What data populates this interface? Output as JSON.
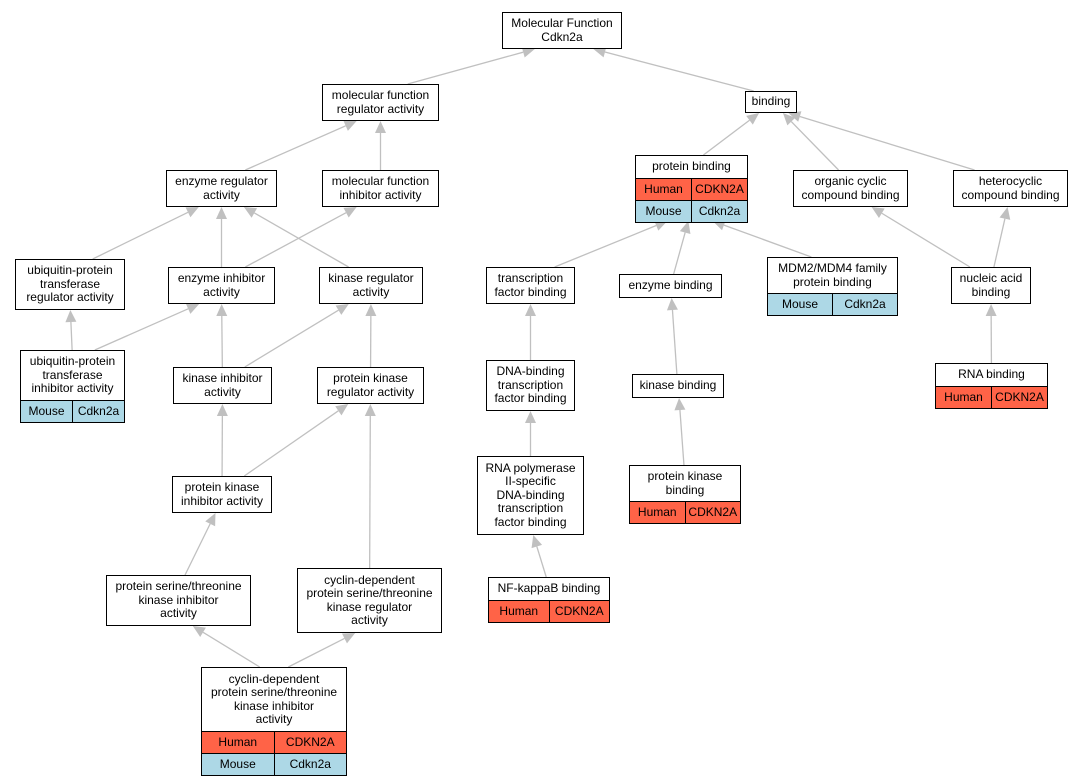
{
  "colors": {
    "human": "#ff6347",
    "mouse": "#add8e6",
    "edge": "#c0c0c0"
  },
  "nodes": {
    "root": {
      "label": "Molecular Function\nCdkn2a"
    },
    "mf_reg": {
      "label": "molecular function\nregulator activity"
    },
    "binding": {
      "label": "binding"
    },
    "enz_reg": {
      "label": "enzyme regulator\nactivity"
    },
    "mf_inh": {
      "label": "molecular function\ninhibitor activity"
    },
    "protein_binding": {
      "label": "protein binding",
      "rows": [
        [
          "Human",
          "CDKN2A"
        ],
        [
          "Mouse",
          "Cdkn2a"
        ]
      ]
    },
    "org_cyclic": {
      "label": "organic cyclic\ncompound binding"
    },
    "heterocyclic": {
      "label": "heterocyclic\ncompound binding"
    },
    "ub_transferase": {
      "label": "ubiquitin-protein\ntransferase\nregulator activity"
    },
    "enz_inh": {
      "label": "enzyme inhibitor\nactivity"
    },
    "kin_reg": {
      "label": "kinase regulator\nactivity"
    },
    "tf_binding": {
      "label": "transcription\nfactor binding"
    },
    "enz_binding": {
      "label": "enzyme binding"
    },
    "mdm2": {
      "label": "MDM2/MDM4 family\nprotein binding",
      "rows": [
        [
          "Mouse",
          "Cdkn2a"
        ]
      ]
    },
    "nucleic": {
      "label": "nucleic acid\nbinding"
    },
    "ub_inhibitor": {
      "label": "ubiquitin-protein\ntransferase\ninhibitor activity",
      "rows": [
        [
          "Mouse",
          "Cdkn2a"
        ]
      ]
    },
    "kin_inh": {
      "label": "kinase inhibitor\nactivity"
    },
    "pk_reg": {
      "label": "protein kinase\nregulator activity"
    },
    "dna_tf": {
      "label": "DNA-binding\ntranscription\nfactor binding"
    },
    "kin_binding": {
      "label": "kinase binding"
    },
    "rna_binding": {
      "label": "RNA binding",
      "rows": [
        [
          "Human",
          "CDKN2A"
        ]
      ]
    },
    "pk_inh": {
      "label": "protein kinase\ninhibitor activity"
    },
    "rnapol": {
      "label": "RNA polymerase\nII-specific\nDNA-binding\ntranscription\nfactor binding"
    },
    "pk_binding": {
      "label": "protein kinase\nbinding",
      "rows": [
        [
          "Human",
          "CDKN2A"
        ]
      ]
    },
    "ps_inh": {
      "label": "protein serine/threonine\nkinase inhibitor\nactivity"
    },
    "cd_reg": {
      "label": "cyclin-dependent\nprotein serine/threonine\nkinase regulator\nactivity"
    },
    "nfkb": {
      "label": "NF-kappaB binding",
      "rows": [
        [
          "Human",
          "CDKN2A"
        ]
      ]
    },
    "cd_inh": {
      "label": "cyclin-dependent\nprotein serine/threonine\nkinase inhibitor\nactivity",
      "rows": [
        [
          "Human",
          "CDKN2A"
        ],
        [
          "Mouse",
          "Cdkn2a"
        ]
      ]
    }
  },
  "edges": [
    [
      "mf_reg",
      "root"
    ],
    [
      "binding",
      "root"
    ],
    [
      "enz_reg",
      "mf_reg"
    ],
    [
      "mf_inh",
      "mf_reg"
    ],
    [
      "protein_binding",
      "binding"
    ],
    [
      "org_cyclic",
      "binding"
    ],
    [
      "heterocyclic",
      "binding"
    ],
    [
      "ub_transferase",
      "enz_reg"
    ],
    [
      "enz_inh",
      "enz_reg"
    ],
    [
      "kin_reg",
      "enz_reg"
    ],
    [
      "enz_inh",
      "mf_inh"
    ],
    [
      "ub_inhibitor",
      "ub_transferase"
    ],
    [
      "ub_inhibitor",
      "enz_inh"
    ],
    [
      "kin_inh",
      "enz_inh"
    ],
    [
      "kin_inh",
      "kin_reg"
    ],
    [
      "pk_reg",
      "kin_reg"
    ],
    [
      "tf_binding",
      "protein_binding"
    ],
    [
      "enz_binding",
      "protein_binding"
    ],
    [
      "mdm2",
      "protein_binding"
    ],
    [
      "nucleic",
      "org_cyclic"
    ],
    [
      "nucleic",
      "heterocyclic"
    ],
    [
      "dna_tf",
      "tf_binding"
    ],
    [
      "kin_binding",
      "enz_binding"
    ],
    [
      "rna_binding",
      "nucleic"
    ],
    [
      "pk_inh",
      "kin_inh"
    ],
    [
      "pk_inh",
      "pk_reg"
    ],
    [
      "cd_reg",
      "pk_reg"
    ],
    [
      "rnapol",
      "dna_tf"
    ],
    [
      "pk_binding",
      "kin_binding"
    ],
    [
      "ps_inh",
      "pk_inh"
    ],
    [
      "nfkb",
      "rnapol"
    ],
    [
      "cd_inh",
      "ps_inh"
    ],
    [
      "cd_inh",
      "cd_reg"
    ]
  ]
}
